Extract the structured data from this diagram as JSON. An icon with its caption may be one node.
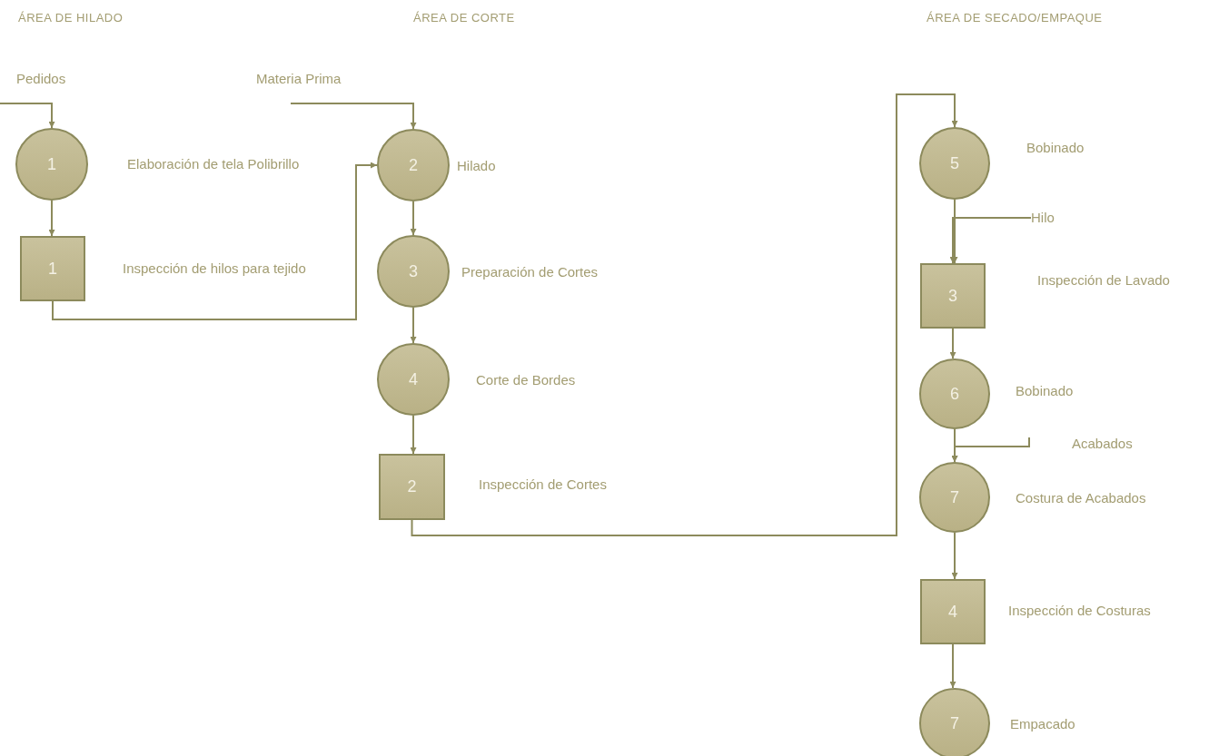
{
  "diagram": {
    "nodes": [
      {
        "text": [
          "1"
        ],
        "beside": [
          "Elaboración de tela Polibrillo"
        ]
      },
      {
        "text": [
          "1"
        ],
        "beside": [
          "Inspección de hilos para tejido"
        ]
      },
      {
        "text": [
          "2"
        ],
        "beside": [
          "Hilado"
        ]
      },
      {
        "text": [
          "3"
        ],
        "beside": [
          "Preparación de Cortes"
        ]
      },
      {
        "text": [
          "4"
        ],
        "beside": [
          "Corte de Bordes"
        ]
      },
      {
        "text": [
          "2"
        ],
        "beside": [
          "Inspección de Cortes"
        ]
      },
      {
        "text": [
          "5"
        ],
        "beside": [
          "Bobinado"
        ]
      },
      {
        "text": [
          "3"
        ],
        "beside": [
          "Inspección de Lavado"
        ]
      },
      {
        "text": [
          "6"
        ],
        "beside": [
          "Bobinado"
        ]
      },
      {
        "text": [
          "7"
        ],
        "beside": [
          "Costura de Acabados"
        ]
      },
      {
        "text": [
          "4"
        ],
        "beside": [
          "Inspección de Costuras"
        ]
      },
      {
        "text": [
          "7"
        ],
        "beside": [
          "Empacado"
        ]
      },
      {
        "text": [
          "Hilo"
        ]
      }
    ],
    "edges": [
      {
        "from": null,
        "to": 0,
        "arrow": "to"
      },
      {
        "from": 0,
        "to": 1,
        "arrow": "to"
      },
      {
        "from": 1,
        "to": 2,
        "arrow": "to"
      },
      {
        "from": null,
        "to": 2,
        "arrow": "to"
      },
      {
        "from": 2,
        "to": 3,
        "arrow": "to"
      },
      {
        "from": 3,
        "to": 4,
        "arrow": "to"
      },
      {
        "from": 4,
        "to": 5,
        "arrow": "to"
      },
      {
        "from": 5,
        "to": 6,
        "arrow": "to"
      },
      {
        "from": 6,
        "to": 7,
        "arrow": "to"
      },
      {
        "from": 12,
        "to": 7,
        "arrow": "to"
      },
      {
        "from": 7,
        "to": 8,
        "arrow": "to"
      },
      {
        "from": 8,
        "to": 9,
        "arrow": "to"
      },
      {
        "from": null,
        "to": 9,
        "arrow": "to"
      },
      {
        "from": 9,
        "to": 10,
        "arrow": "to"
      },
      {
        "from": 10,
        "to": 11,
        "arrow": "to"
      }
    ],
    "labels": [
      "ÁREA DE HILADO",
      "ÁREA DE CORTE",
      "ÁREA DE SECADO/EMPAQUE",
      "Pedidos",
      "Materia Prima",
      "Acabados"
    ]
  }
}
